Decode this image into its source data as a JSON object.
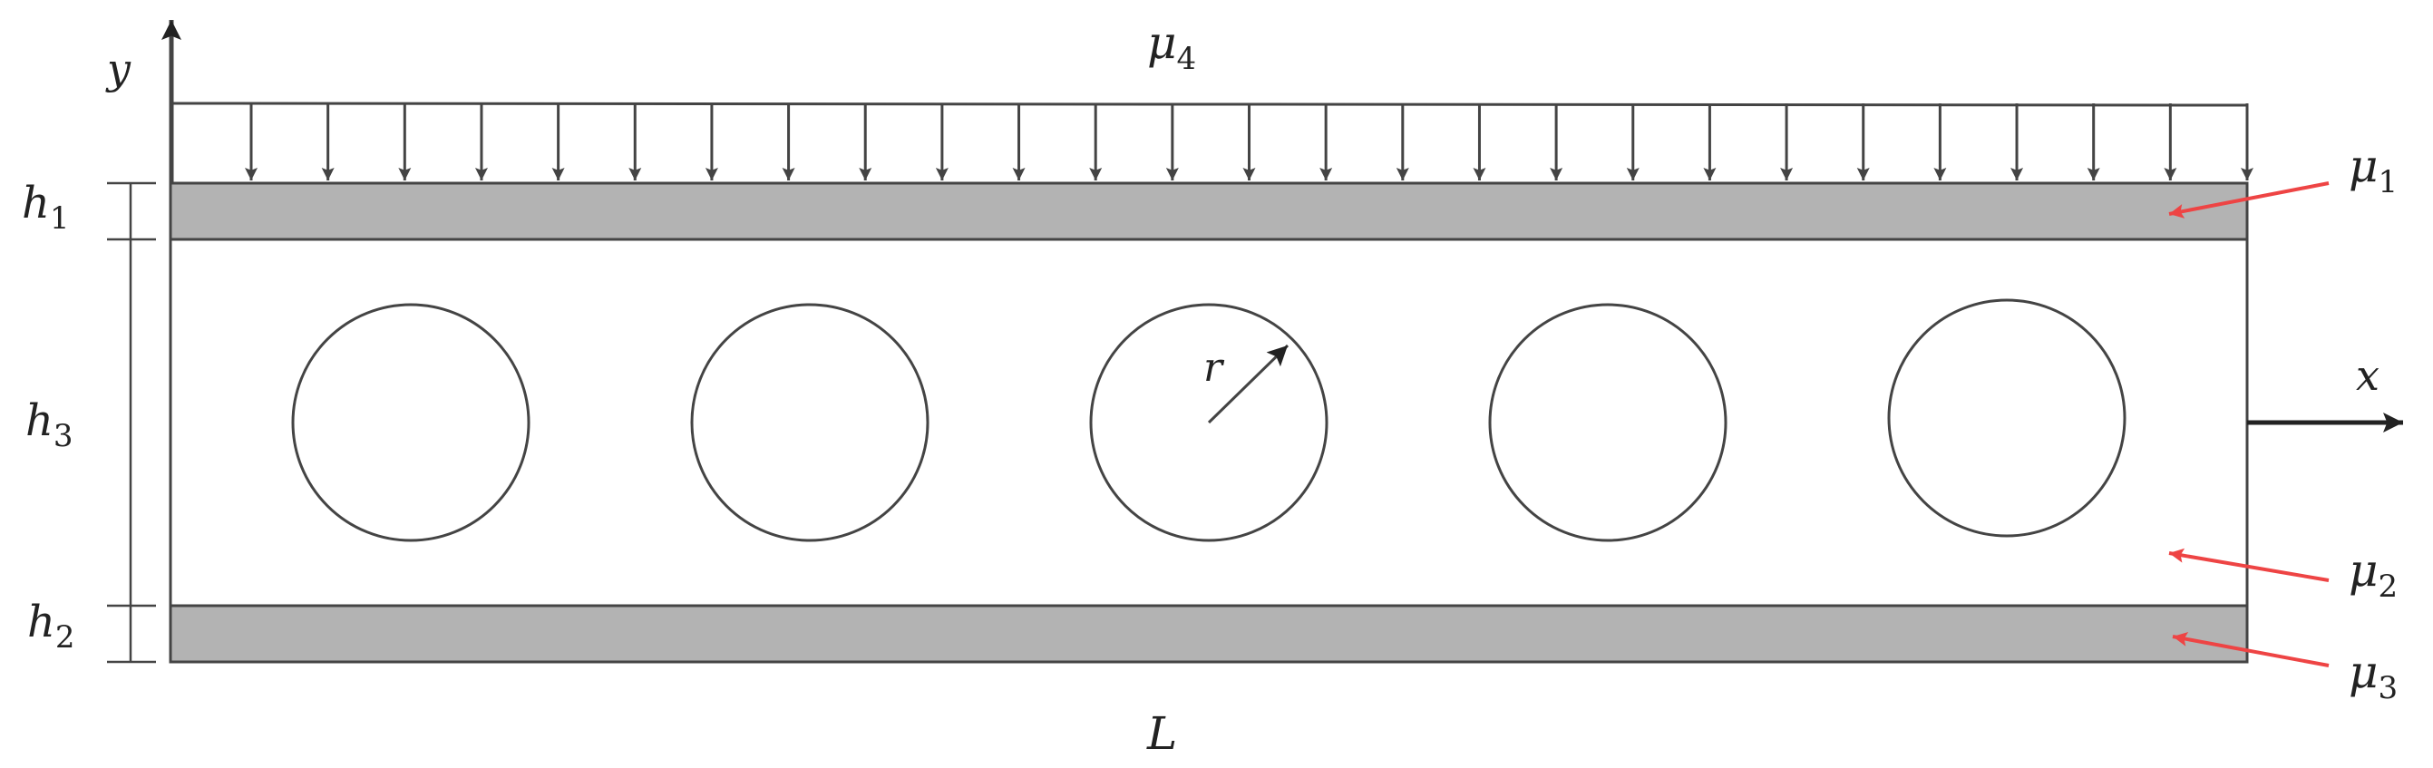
{
  "labels": {
    "y_axis": "y",
    "x_axis": "x",
    "length": "L",
    "radius": "r",
    "h1": {
      "base": "h",
      "sub": "1"
    },
    "h2": {
      "base": "h",
      "sub": "2"
    },
    "h3": {
      "base": "h",
      "sub": "3"
    },
    "mu1": {
      "base": "μ",
      "sub": "1"
    },
    "mu2": {
      "base": "μ",
      "sub": "2"
    },
    "mu3": {
      "base": "μ",
      "sub": "3"
    },
    "mu4": {
      "base": "μ",
      "sub": "4"
    }
  },
  "holes": {
    "count": 5
  },
  "load_arrows": {
    "count": 27
  },
  "colors": {
    "line": "#444444",
    "face_sheet_fill": "#b3b3b3",
    "annotation_arrow": "#ee4444",
    "axis": "#222222"
  }
}
